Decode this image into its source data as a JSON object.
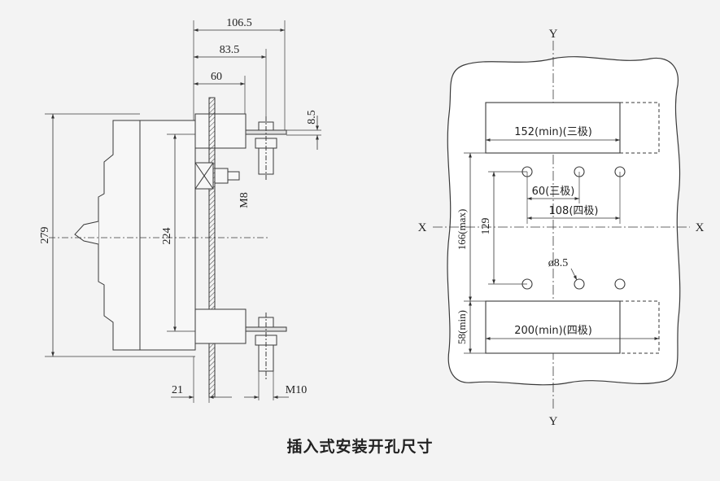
{
  "caption": "插入式安装开孔尺寸",
  "side_view": {
    "dim_106_5": "106.5",
    "dim_83_5": "83.5",
    "dim_60": "60",
    "dim_8_5": "8.5",
    "dim_279": "279",
    "dim_224": "224",
    "dim_m8": "M8",
    "dim_21": "21",
    "dim_m10": "M10"
  },
  "cutout_view": {
    "axis_y_top": "Y",
    "axis_y_bottom": "Y",
    "axis_x_left": "X",
    "axis_x_right": "X",
    "dim_152": "152(min)(三极)",
    "dim_60_3pole": "60(三极)",
    "dim_108_4pole": "108(四极)",
    "dim_hole": "ø8.5",
    "dim_166": "166(max)",
    "dim_129": "129",
    "dim_58": "58(min)",
    "dim_200": "200(min)(四极)"
  },
  "colors": {
    "line": "#3a3a3a",
    "background": "#f3f3f3",
    "panel": "#ffffff"
  }
}
